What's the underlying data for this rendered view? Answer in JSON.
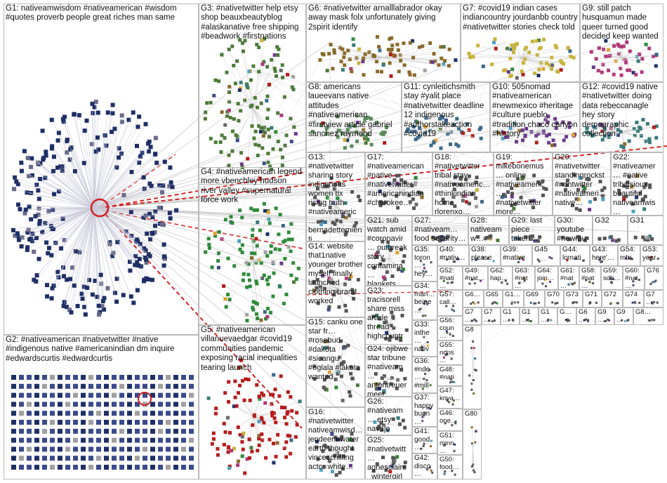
{
  "groups": [
    {
      "id": "G1",
      "label": "G1: nativeamwisdom #nativeamerican #wisdom #quotes proverb people great riches man same",
      "color": "#1f2f66"
    },
    {
      "id": "G2",
      "label": "G2: #nativeamerican #nativetwitter #native #indigenous native #americanindian dm inquire #edwardscurtis #edwardcurtis",
      "color": "#2b3b74"
    },
    {
      "id": "G3",
      "label": "G3: #nativetwitter help etsy shop beauxbeautyblog #alaskanative free shipping #beadwork #firstnations",
      "color": "#4e7a3a"
    },
    {
      "id": "G4",
      "label": "G4: #nativeamerican legend more vbenchley hudson river valley #supernatural force work",
      "color": "#2f8a3a"
    },
    {
      "id": "G5",
      "label": "G5: #nativeamerican villanuevaedgar #covid19 communities pandemic exposing racial inequalities tearing launch",
      "color": "#b51c1c"
    },
    {
      "id": "G6",
      "label": "G6: #nativetwitter arnalllabrador okay away mask folx unfortunately giving 2spirit identify",
      "color": "#8a6a2a"
    },
    {
      "id": "G7",
      "label": "G7: #covid19 indian cases indiancountry jourdanbb country #nativetwitter stories check told",
      "color": "#c7b33a"
    },
    {
      "id": "G8",
      "label": "G8: americans laueevans native attitudes #nativeamerican #firstview article gabriel sanchez raymond",
      "color": "#5a8a5a"
    },
    {
      "id": "G9",
      "label": "G9: still patch husquamun made queer turned good decided keep wanted",
      "color": "#b03a7a"
    },
    {
      "id": "G10",
      "label": "G10: 505nomad #nativeamerican #newmexico #heritage #culture pueblo #tradition chaco canyon #history",
      "color": "#6a3a8a"
    },
    {
      "id": "G11",
      "label": "G11: cynleitichsmith stay #yalit place #nativetwitter deadline 12 indigenous #authorstakeaction #covid19",
      "color": "#3a6a8a"
    },
    {
      "id": "G12",
      "label": "G12: #covid19 native #nativetwitter doing data rebeccanagle hey story demographic collection",
      "color": "#3a7a7a"
    },
    {
      "id": "G13",
      "label": "G13: #nativetwitter sharing story indigenous women tix rising truth #nativeameric… bernadettemienti…",
      "color": "#555555"
    },
    {
      "id": "G14",
      "label": "G14: website that1native younger brother myself finally launched clothing brand worked",
      "color": "#555555"
    },
    {
      "id": "G15",
      "label": "G15: canku one star fr… #rosebud #dakota #sicangu #oglala #lakota wanted",
      "color": "#555555"
    },
    {
      "id": "G16",
      "label": "G16: #nativetwitter nativeamwisd… jendeerinwater earth thought vinceschilling actor white…",
      "color": "#555555"
    },
    {
      "id": "G17",
      "label": "G17: #nativeamerican #native #nativetwitter #americanindian #cherokee…",
      "color": "#555555"
    },
    {
      "id": "G18",
      "label": "G18: #nativetwitter tribal stay #nativeameric… #thinkindian home rlorenxo…",
      "color": "#555555"
    },
    {
      "id": "G19",
      "label": "G19: mikebonemus… online #nativeameric… #nativetwitter more…",
      "color": "#555555"
    },
    {
      "id": "G20",
      "label": "G20: #nativetwitter standingrockst #ndntwitter #nativeameri… native…",
      "color": "#555555"
    },
    {
      "id": "G21",
      "label": "G21: sub watch amid #coronavir… outbreak story contamina… blankets…",
      "color": "#555555"
    },
    {
      "id": "G22",
      "label": "G22: #nativeamer… #native tribalsioux beautiful nativeamwis…",
      "color": "#555555"
    },
    {
      "id": "G23",
      "label": "G23: tracisorell share miss article thread highcountr…",
      "color": "#555555"
    },
    {
      "id": "G24",
      "label": "G24: ojibwe star tribune #nativeam… antontreuer meet…",
      "color": "#555555"
    },
    {
      "id": "G25",
      "label": "G25: #nativetwitt… agnesclaire _wintergirl…",
      "color": "#555555"
    },
    {
      "id": "G26",
      "label": "G26: #nativeam… etsy navajo turquoise…",
      "color": "#555555"
    },
    {
      "id": "G27",
      "label": "G27: #nativeam… food security…",
      "color": "#555555"
    },
    {
      "id": "G28",
      "label": "G28: nativeamw… #nativeam…",
      "color": "#555555"
    },
    {
      "id": "G29",
      "label": "G29: last piece tuken…",
      "color": "#555555"
    },
    {
      "id": "G30",
      "label": "G30: youtube #newmu…",
      "color": "#555555"
    },
    {
      "id": "G31",
      "label": "G31",
      "color": "#555555"
    },
    {
      "id": "G32",
      "label": "G32",
      "color": "#555555"
    },
    {
      "id": "G33",
      "label": "G33: inthe… nativ…",
      "color": "#555555"
    },
    {
      "id": "G34",
      "label": "G34: man… beine…",
      "color": "#555555"
    },
    {
      "id": "G35",
      "label": "G35: toron… hey…",
      "color": "#555555"
    },
    {
      "id": "G36",
      "label": "G36: #nde… #mill…",
      "color": "#555555"
    },
    {
      "id": "G37",
      "label": "G37: happy bunn…",
      "color": "#555555"
    },
    {
      "id": "G38",
      "label": "G38: please…",
      "color": "#555555"
    },
    {
      "id": "G39",
      "label": "G39: #native…",
      "color": "#555555"
    },
    {
      "id": "G40",
      "label": "G40: #nativ…",
      "color": "#555555"
    },
    {
      "id": "G41",
      "label": "G41: good…",
      "color": "#555555"
    },
    {
      "id": "G42",
      "label": "G42: disco…",
      "color": "#555555"
    },
    {
      "id": "G43",
      "label": "G43: here'…",
      "color": "#555555"
    },
    {
      "id": "G44",
      "label": "G44: lomati…",
      "color": "#555555"
    },
    {
      "id": "G45",
      "label": "G45",
      "color": "#555555"
    },
    {
      "id": "G46",
      "label": "G46: one…",
      "color": "#555555"
    },
    {
      "id": "G47",
      "label": "G47: kriya…",
      "color": "#555555"
    },
    {
      "id": "G48",
      "label": "G48: #nati…",
      "color": "#555555"
    },
    {
      "id": "G49",
      "label": "G49: #nat…",
      "color": "#555555"
    },
    {
      "id": "G50",
      "label": "G50: food…",
      "color": "#555555"
    },
    {
      "id": "G51",
      "label": "G51: minn…",
      "color": "#555555"
    },
    {
      "id": "G52",
      "label": "G52: #nati…",
      "color": "#555555"
    },
    {
      "id": "G53",
      "label": "G53: year…",
      "color": "#555555"
    },
    {
      "id": "G54",
      "label": "G54: mtn…",
      "color": "#555555"
    },
    {
      "id": "G55",
      "label": "G55: ndns…",
      "color": "#555555"
    },
    {
      "id": "G56",
      "label": "G56: coun…",
      "color": "#555555"
    },
    {
      "id": "G57",
      "label": "G57: call…",
      "color": "#555555"
    },
    {
      "id": "G58",
      "label": "G58: #nat…",
      "color": "#555555"
    },
    {
      "id": "G59",
      "label": "G59: sdb…",
      "color": "#555555"
    },
    {
      "id": "G60",
      "label": "G60: #nat…",
      "color": "#555555"
    },
    {
      "id": "G61",
      "label": "G61: #nat…",
      "color": "#555555"
    },
    {
      "id": "G62",
      "label": "G62: hap…",
      "color": "#555555"
    },
    {
      "id": "G63",
      "label": "G63: #nat…",
      "color": "#555555"
    },
    {
      "id": "G64",
      "label": "G64: join…",
      "color": "#555555"
    },
    {
      "id": "G65",
      "label": "G65",
      "color": "#555555"
    },
    {
      "id": "G66",
      "label": "G6…",
      "color": "#555555"
    },
    {
      "id": "G67",
      "label": "G7…",
      "color": "#555555"
    },
    {
      "id": "G68",
      "label": "G1…",
      "color": "#555555"
    },
    {
      "id": "G69",
      "label": "G69",
      "color": "#555555"
    },
    {
      "id": "G70",
      "label": "G70",
      "color": "#555555"
    },
    {
      "id": "G71",
      "label": "G71",
      "color": "#555555"
    },
    {
      "id": "G72",
      "label": "G72",
      "color": "#555555"
    },
    {
      "id": "G73",
      "label": "G73",
      "color": "#555555"
    },
    {
      "id": "G74",
      "label": "G74",
      "color": "#555555"
    },
    {
      "id": "G75",
      "label": "G7…",
      "color": "#555555"
    },
    {
      "id": "G76",
      "label": "G76",
      "color": "#555555"
    },
    {
      "id": "G77",
      "label": "G7…",
      "color": "#555555"
    },
    {
      "id": "G78",
      "label": "G1…",
      "color": "#555555"
    },
    {
      "id": "G79",
      "label": "G8",
      "color": "#555555"
    },
    {
      "id": "G80",
      "label": "G80",
      "color": "#555555"
    },
    {
      "id": "G81",
      "label": "G8…",
      "color": "#555555"
    },
    {
      "id": "G82",
      "label": "G9…",
      "color": "#555555"
    },
    {
      "id": "G83",
      "label": "G9…",
      "color": "#555555"
    },
    {
      "id": "G84",
      "label": "G…",
      "color": "#555555"
    },
    {
      "id": "G85",
      "label": "G6…",
      "color": "#555555"
    },
    {
      "id": "G86",
      "label": "G1…",
      "color": "#555555"
    },
    {
      "id": "G87",
      "label": "G1…",
      "color": "#555555"
    }
  ]
}
